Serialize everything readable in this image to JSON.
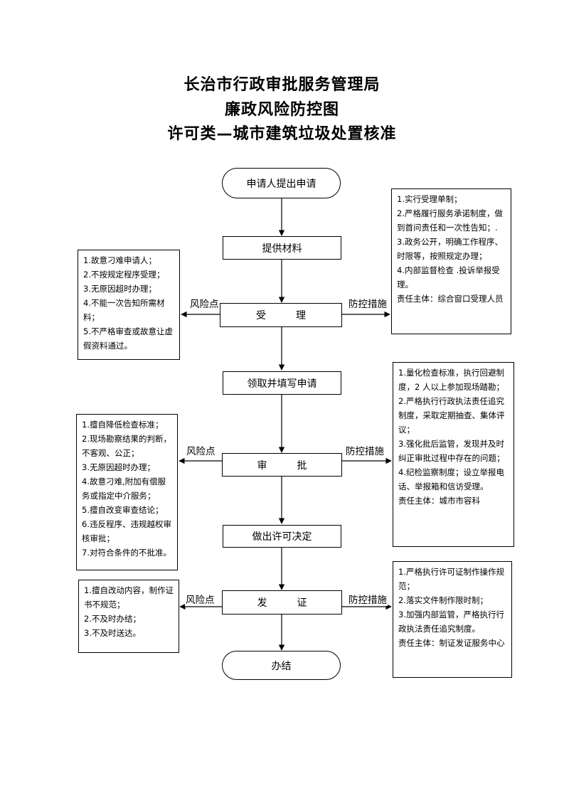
{
  "title": {
    "line1": "长治市行政审批服务管理局",
    "line2": "廉政风险防控图",
    "line3": "许可类—城市建筑垃圾处置核准"
  },
  "flow": {
    "start": "申请人提出申请",
    "provide": "提供材料",
    "accept": "受　理",
    "fill": "领取并填写申请",
    "review": "审　批",
    "decide": "做出许可决定",
    "issue": "发　证",
    "end": "办结"
  },
  "labels": {
    "risk_point": "风险点",
    "control_measures": "防控措施"
  },
  "accept_risks": [
    "1.故意刁难申请人；",
    "2.不按规定程序受理；",
    "3.无原因超时办理；",
    "4.不能一次告知所需材料；",
    "5.不严格审查或故意让虚假资料通过。"
  ],
  "accept_measures": [
    "1.实行受理单制；",
    "2.严格履行服务承诺制度，做到首问责任和一次性告知；.",
    "3.政务公开，明确工作程序、时限等，按照规定办理；",
    "4.内部监督检查 .投诉举报受理。",
    "责任主体：综合窗口受理人员"
  ],
  "review_risks": [
    "1.擅自降低检查标准；",
    "2.现场勘察结果的判断，不客观、公正；",
    "3.无原因超时办理；",
    "4.故意刁难,附加有偿服务或指定中介服务；",
    "5.擅自改变审查结论；",
    "6.违反程序、违规越权审核审批；",
    "7.对符合条件的不批准。"
  ],
  "review_measures": [
    "1.量化检查标准，执行回避制度，2 人以上参加现场踏勘；",
    "2.严格执行行政执法责任追究制度，采取定期抽查、集体评议；",
    "3.强化批后监管，发现并及时纠正审批过程中存在的问题；",
    "4.纪检监察制度；设立举报电话、举报箱和信访受理。",
    "责任主体：城市市容科"
  ],
  "issue_risks": [
    "1.擅自改动内容，制作证书不规范；",
    "2.不及时办结；",
    "3.不及时送达。"
  ],
  "issue_measures": [
    "1.严格执行许可证制作操作规范；",
    "2.落实文件制作限时制；",
    "3.加强内部监管，严格执行行政执法责任追究制度。",
    "责任主体：制证发证服务中心"
  ]
}
